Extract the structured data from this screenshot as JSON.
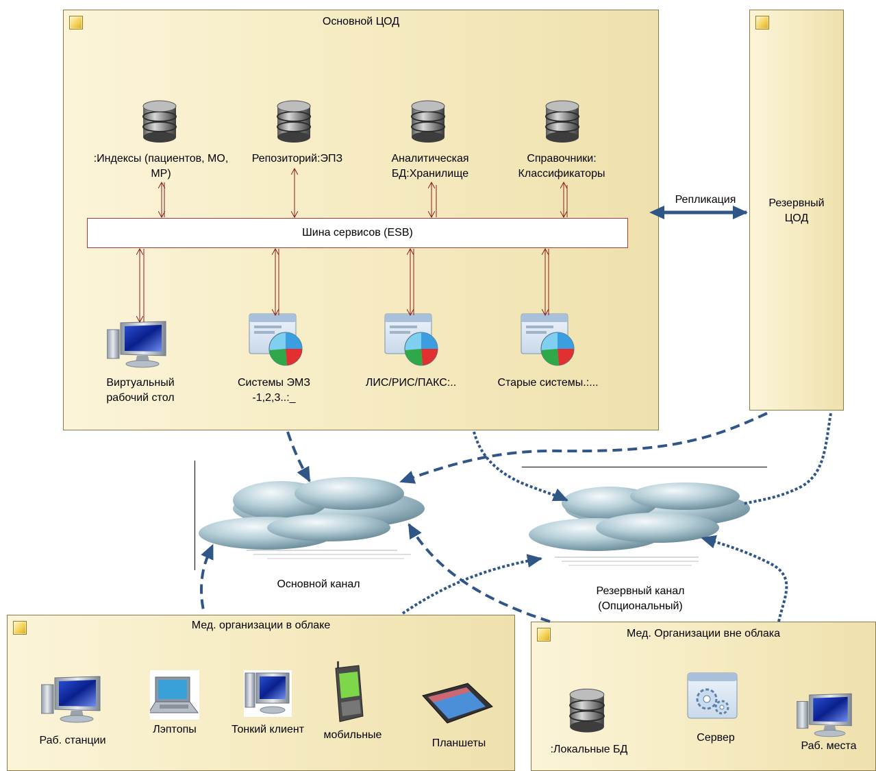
{
  "main_dc": {
    "title": "Основной ЦОД",
    "databases": [
      {
        "label": ":Индексы (пациентов, МО, МР)"
      },
      {
        "label": "Репозиторий:ЭПЗ"
      },
      {
        "label": "Аналитическая БД:Хранилище"
      },
      {
        "label": "Справочники: Классификаторы"
      }
    ],
    "bus_label": "Шина сервисов (ESB)",
    "systems": [
      {
        "label": "Виртуальный рабочий стол",
        "icon": "workstation-icon"
      },
      {
        "label": "Системы ЭМЗ -1,2,3..:_",
        "icon": "application-chart-icon"
      },
      {
        "label": "ЛИС/РИС/ПАКС:..",
        "icon": "application-chart-icon"
      },
      {
        "label": "Старые системы.:...",
        "icon": "application-chart-icon"
      }
    ]
  },
  "reserve_dc": {
    "title": "Резервный ЦОД"
  },
  "replication_label": "Репликация",
  "channels": {
    "main": "Основной канал",
    "reserve": "Резервный канал (Опциональный)"
  },
  "cloud_orgs": {
    "title": "Мед. организации в облаке",
    "devices": [
      {
        "label": "Раб. станции",
        "icon": "workstation-icon"
      },
      {
        "label": "Лэптопы",
        "icon": "laptop-icon"
      },
      {
        "label": "Тонкий клиент",
        "icon": "thin-client-icon"
      },
      {
        "label": "мобильные",
        "icon": "mobile-phone-icon"
      },
      {
        "label": "Планшеты",
        "icon": "tablet-icon"
      }
    ]
  },
  "offcloud_orgs": {
    "title": "Мед. Организации вне облака",
    "devices": [
      {
        "label": ":Локальные БД",
        "icon": "database-icon"
      },
      {
        "label": "Сервер",
        "icon": "server-app-icon"
      },
      {
        "label": "Раб. места",
        "icon": "workstation-icon"
      }
    ]
  },
  "colors": {
    "box_fill": "#f5eac0",
    "box_border": "#8a7a4a",
    "bus_border": "#a23a3a",
    "link_arrow": "#8b1a1a",
    "network_arrow": "#2f5687"
  }
}
